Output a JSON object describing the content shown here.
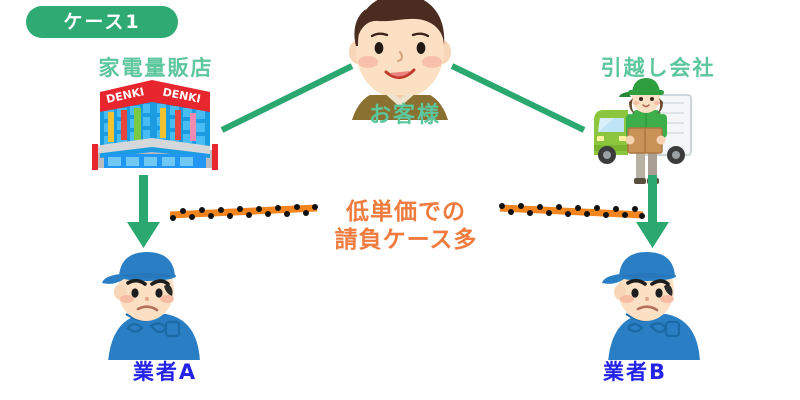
{
  "diagram": {
    "title_badge": "ケース1",
    "colors": {
      "badge_green": "#2eaa72",
      "label_green": "#5cc69c",
      "arrow_green": "#2aa86f",
      "caption_orange": "#ef7b3f",
      "dot_black": "#111111",
      "worker_blue": "#2222e8",
      "background": "#ffffff"
    },
    "nodes": [
      {
        "id": "store",
        "label": "家電量販店",
        "icon": "electronics-store-icon",
        "sign_text": "DENKI"
      },
      {
        "id": "customer",
        "label": "お客様",
        "icon": "customer-face-icon"
      },
      {
        "id": "mover",
        "label": "引越し会社",
        "icon": "moving-company-truck-icon"
      },
      {
        "id": "worker_a",
        "label": "業者A",
        "icon": "worker-blue-uniform-icon"
      },
      {
        "id": "worker_b",
        "label": "業者B",
        "icon": "worker-blue-uniform-icon"
      }
    ],
    "caption": {
      "line1": "低単価での",
      "line2": "請負ケース多"
    },
    "connectors": [
      {
        "id": "customer-to-store",
        "style": "plain-green-line"
      },
      {
        "id": "customer-to-mover",
        "style": "plain-green-line"
      },
      {
        "id": "store-to-worker-a",
        "style": "green-down-arrow"
      },
      {
        "id": "mover-to-worker-b",
        "style": "green-down-arrow"
      },
      {
        "id": "caption-left-dotted",
        "style": "orange-beaded-line"
      },
      {
        "id": "caption-right-dotted",
        "style": "orange-beaded-line"
      }
    ]
  }
}
